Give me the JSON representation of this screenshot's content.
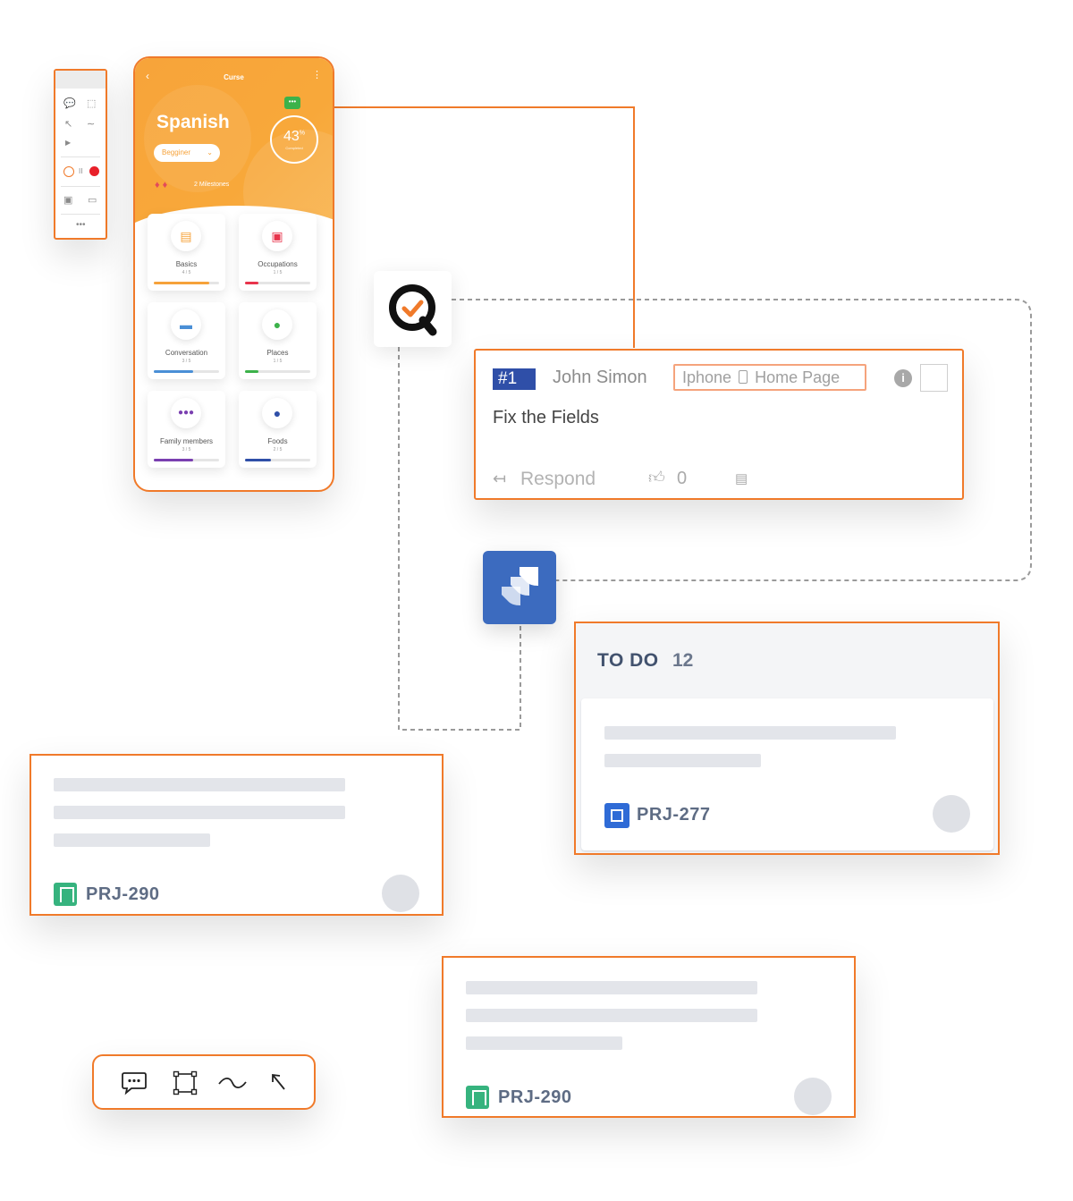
{
  "phone": {
    "screen_title": "Curse",
    "course_name": "Spanish",
    "level": "Begginer",
    "progress_percent": "43",
    "progress_unit": "%",
    "progress_label": "Completed",
    "milestones": "2 Milestones",
    "tiles": [
      {
        "name": "Basics",
        "count": "4 / 5",
        "progress": 0.85,
        "color": "#f6a23a",
        "icon": "document-icon"
      },
      {
        "name": "Occupations",
        "count": "1 / 5",
        "progress": 0.2,
        "color": "#e8344c",
        "icon": "briefcase-icon"
      },
      {
        "name": "Conversation",
        "count": "3 / 5",
        "progress": 0.6,
        "color": "#4a8fd6",
        "icon": "chat-icon"
      },
      {
        "name": "Places",
        "count": "1 / 5",
        "progress": 0.2,
        "color": "#3cb24a",
        "icon": "location-pin-icon"
      },
      {
        "name": "Family members",
        "count": "3 / 5",
        "progress": 0.6,
        "color": "#7a3fb0",
        "icon": "family-icon"
      },
      {
        "name": "Foods",
        "count": "2 / 5",
        "progress": 0.4,
        "color": "#2f4fa8",
        "icon": "apple-icon"
      }
    ]
  },
  "comment": {
    "number": "#1",
    "author": "John Simon",
    "location_device": "Iphone",
    "location_page": "Home Page",
    "message": "Fix the Fields",
    "respond_label": "Respond",
    "likes": "0"
  },
  "todo": {
    "title": "TO DO",
    "count": "12",
    "card_key": "PRJ-277"
  },
  "cards": [
    {
      "key": "PRJ-290"
    },
    {
      "key": "PRJ-290"
    }
  ],
  "colors": {
    "accent": "#f07a2a",
    "phone_orange": "#f7a43a",
    "jira_blue": "#3c6bbf"
  }
}
